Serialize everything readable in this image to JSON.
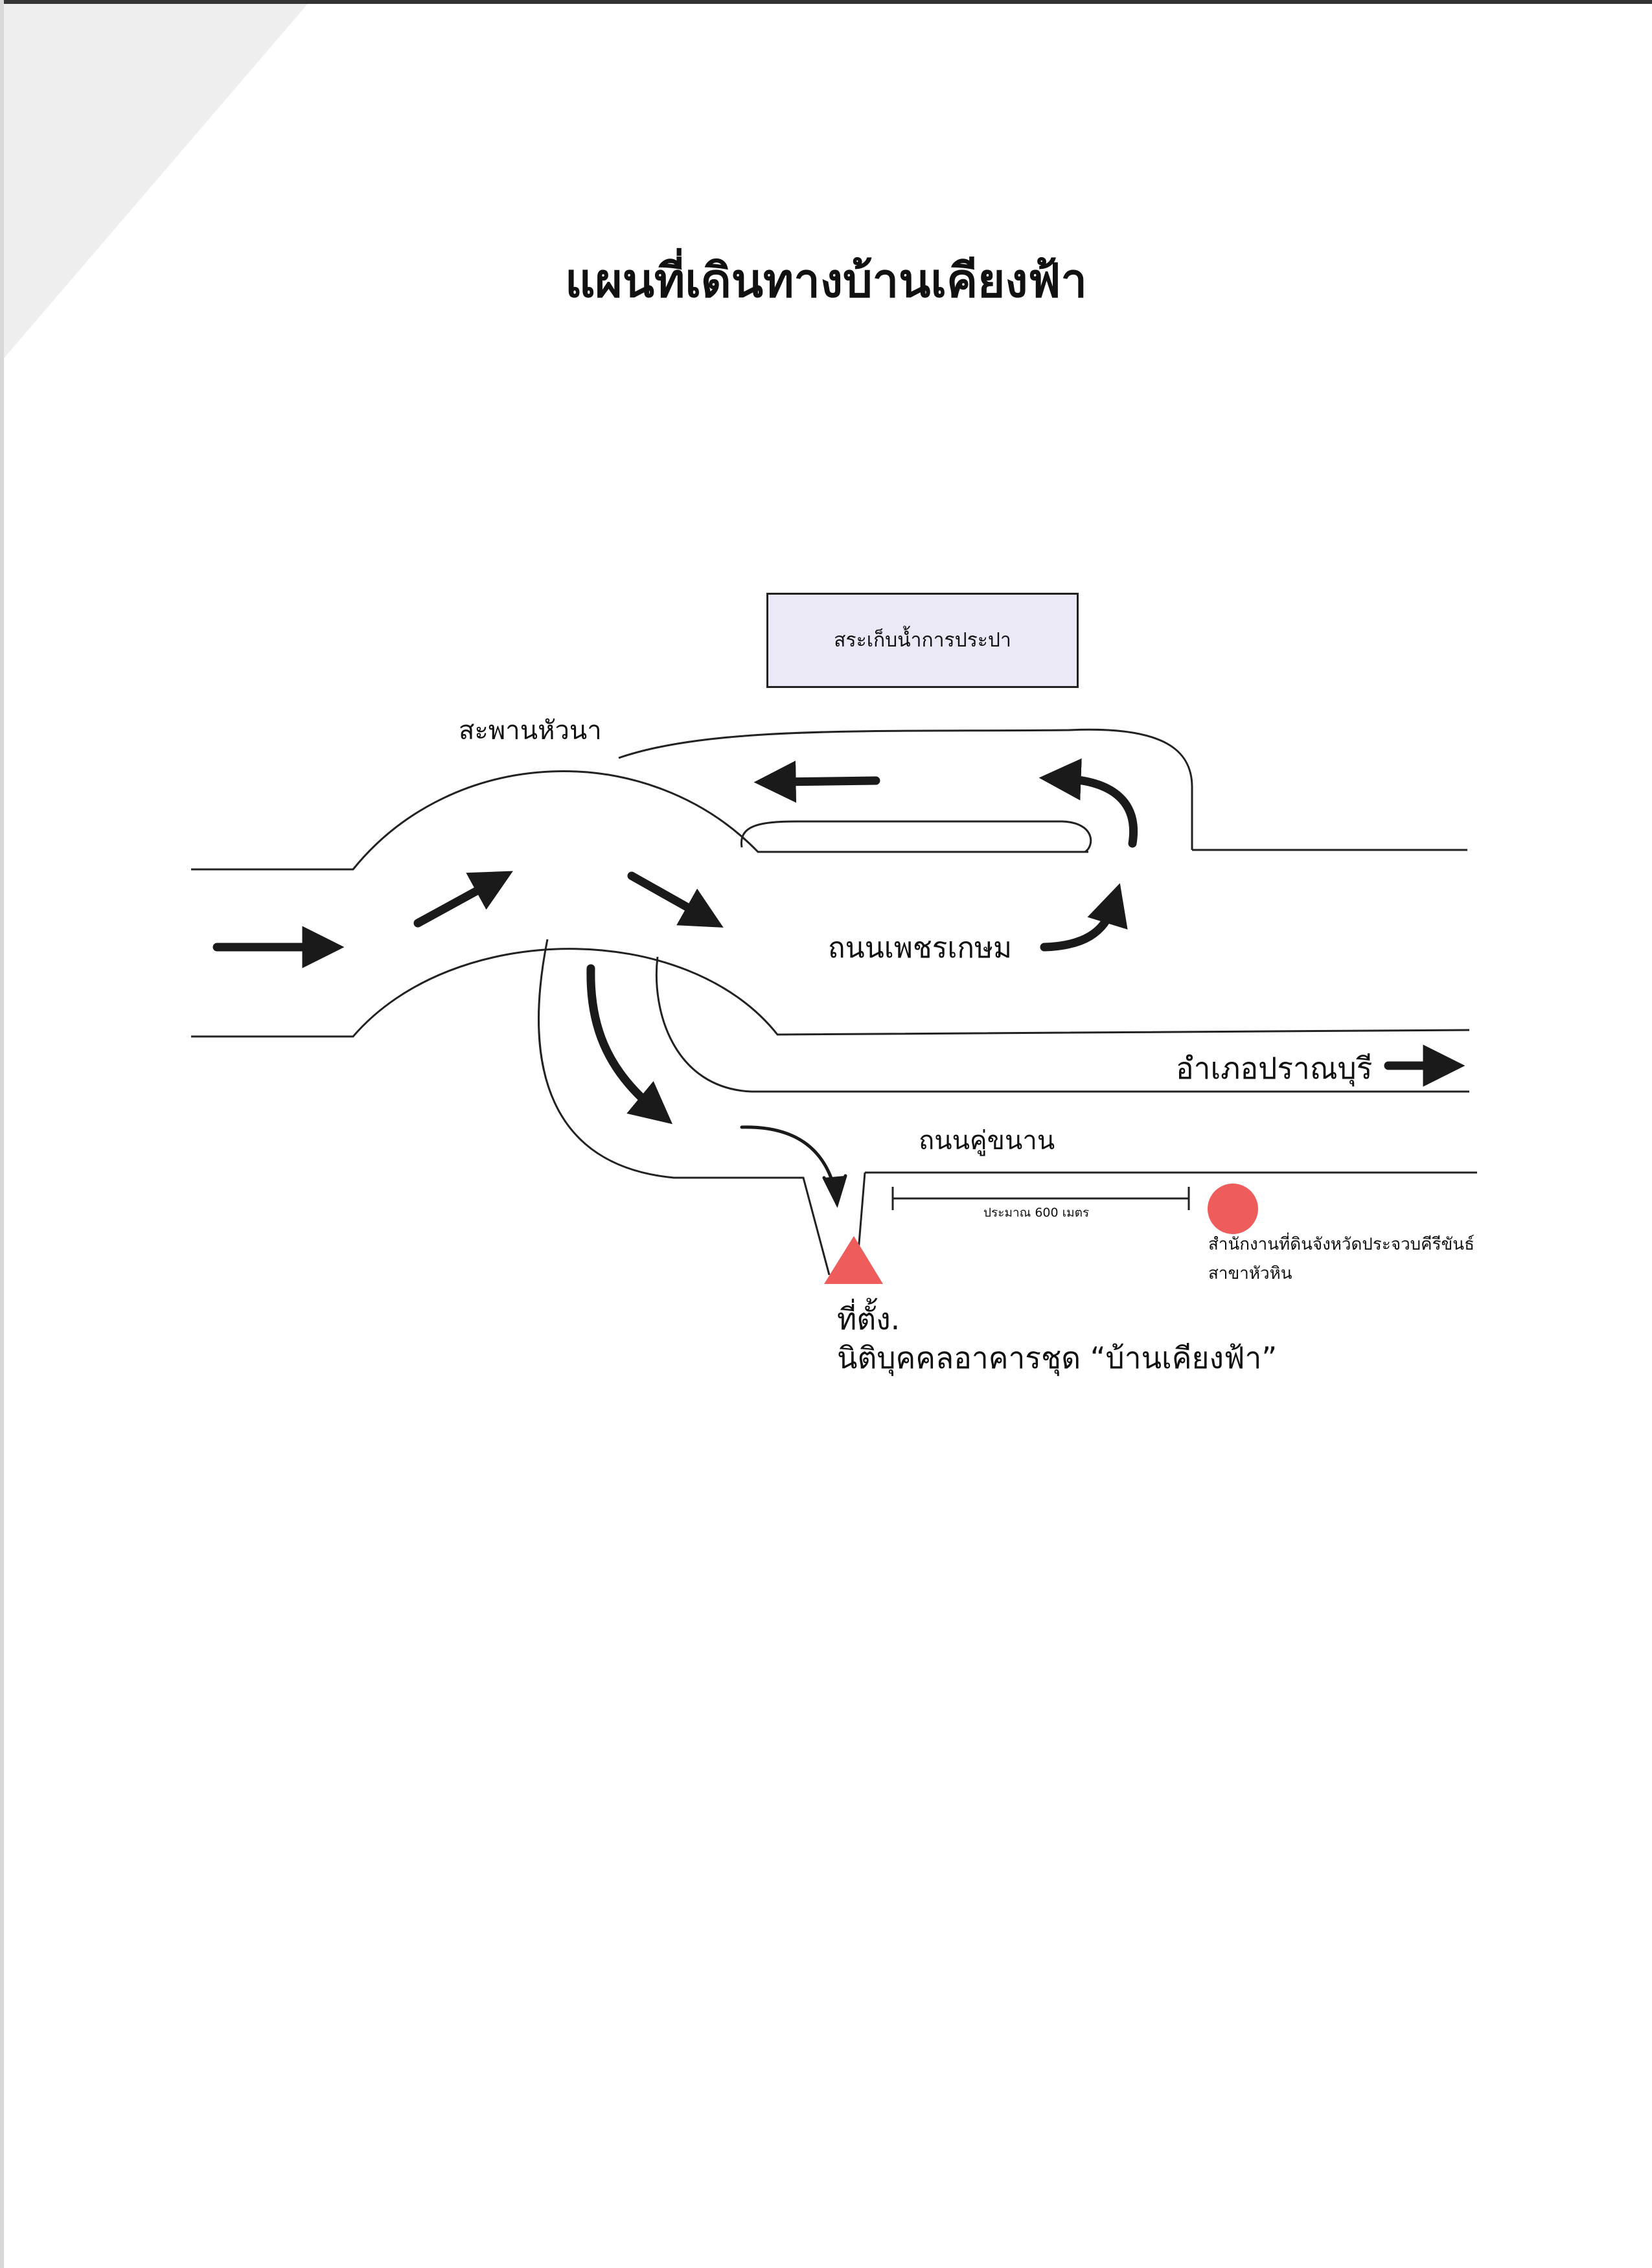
{
  "title": "แผนที่เดินทางบ้านเคียงฟ้า",
  "labels": {
    "bridge": "สะพานหัวนา",
    "reservoir": "สระเก็บน้ำการประปา",
    "petchkasem_road": "ถนนเพชรเกษม",
    "pranburi_direction": "อำเภอปราณบุรี",
    "frontage_road": "ถนนคู่ขนาน",
    "distance": "ประมาณ 600 เมตร",
    "land_office_line1": "สำนักงานที่ดินจังหวัดประจวบคีรีขันธ์",
    "land_office_line2": "สาขาหัวหิน",
    "location_line1": "ที่ตั้ง.",
    "location_line2": "นิติบุคคลอาคารชุด “บ้านเคียงฟ้า”"
  },
  "colors": {
    "road_line": "#222222",
    "arrow": "#1a1a1a",
    "marker": "#ee5c5c",
    "reservoir_fill": "#ebe9f5"
  },
  "markers": {
    "location": "triangle-marker",
    "land_office": "circle-marker"
  }
}
